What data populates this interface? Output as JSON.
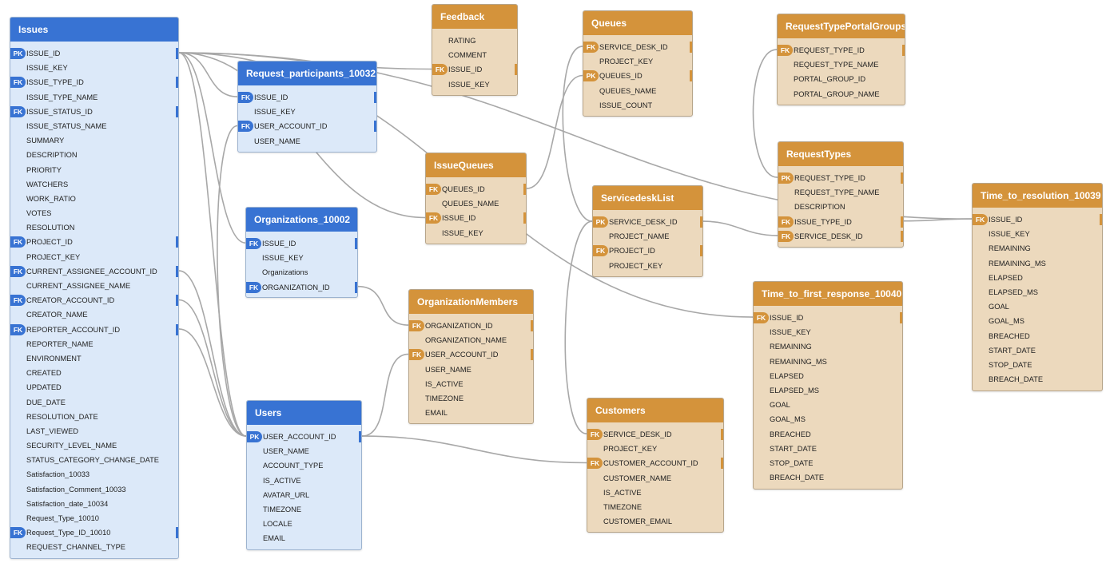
{
  "tables": [
    {
      "id": "Issues",
      "title": "Issues",
      "theme": "blue",
      "rows": [
        {
          "name": "ISSUE_ID",
          "key": "PK",
          "mark": true
        },
        {
          "name": "ISSUE_KEY"
        },
        {
          "name": "ISSUE_TYPE_ID",
          "key": "FK",
          "mark": true
        },
        {
          "name": "ISSUE_TYPE_NAME"
        },
        {
          "name": "ISSUE_STATUS_ID",
          "key": "FK",
          "mark": true
        },
        {
          "name": "ISSUE_STATUS_NAME"
        },
        {
          "name": "SUMMARY"
        },
        {
          "name": "DESCRIPTION"
        },
        {
          "name": "PRIORITY"
        },
        {
          "name": "WATCHERS"
        },
        {
          "name": "WORK_RATIO"
        },
        {
          "name": "VOTES"
        },
        {
          "name": "RESOLUTION"
        },
        {
          "name": "PROJECT_ID",
          "key": "FK",
          "mark": true
        },
        {
          "name": "PROJECT_KEY"
        },
        {
          "name": "CURRENT_ASSIGNEE_ACCOUNT_ID",
          "key": "FK",
          "mark": true
        },
        {
          "name": "CURRENT_ASSIGNEE_NAME"
        },
        {
          "name": "CREATOR_ACCOUNT_ID",
          "key": "FK",
          "mark": true
        },
        {
          "name": "CREATOR_NAME"
        },
        {
          "name": "REPORTER_ACCOUNT_ID",
          "key": "FK",
          "mark": true
        },
        {
          "name": "REPORTER_NAME"
        },
        {
          "name": "ENVIRONMENT"
        },
        {
          "name": "CREATED"
        },
        {
          "name": "UPDATED"
        },
        {
          "name": "DUE_DATE"
        },
        {
          "name": "RESOLUTION_DATE"
        },
        {
          "name": "LAST_VIEWED"
        },
        {
          "name": "SECURITY_LEVEL_NAME"
        },
        {
          "name": "STATUS_CATEGORY_CHANGE_DATE"
        },
        {
          "name": "Satisfaction_10033"
        },
        {
          "name": "Satisfaction_Comment_10033"
        },
        {
          "name": "Satisfaction_date_10034"
        },
        {
          "name": "Request_Type_10010"
        },
        {
          "name": "Request_Type_ID_10010",
          "key": "FK",
          "mark": true
        },
        {
          "name": "REQUEST_CHANNEL_TYPE"
        }
      ]
    },
    {
      "id": "Request_participants_10032",
      "title": "Request_participants_10032",
      "theme": "blue",
      "rows": [
        {
          "name": "ISSUE_ID",
          "key": "FK",
          "mark": true
        },
        {
          "name": "ISSUE_KEY"
        },
        {
          "name": "USER_ACCOUNT_ID",
          "key": "FK",
          "mark": true
        },
        {
          "name": "USER_NAME"
        }
      ]
    },
    {
      "id": "Organizations_10002",
      "title": "Organizations_10002",
      "theme": "blue",
      "rows": [
        {
          "name": "ISSUE_ID",
          "key": "FK",
          "mark": true
        },
        {
          "name": "ISSUE_KEY"
        },
        {
          "name": "Organizations"
        },
        {
          "name": "ORGANIZATION_ID",
          "key": "FK",
          "mark": true
        }
      ]
    },
    {
      "id": "Users",
      "title": "Users",
      "theme": "blue",
      "rows": [
        {
          "name": "USER_ACCOUNT_ID",
          "key": "PK",
          "mark": true
        },
        {
          "name": "USER_NAME"
        },
        {
          "name": "ACCOUNT_TYPE"
        },
        {
          "name": "IS_ACTIVE"
        },
        {
          "name": "AVATAR_URL"
        },
        {
          "name": "TIMEZONE"
        },
        {
          "name": "LOCALE"
        },
        {
          "name": "EMAIL"
        }
      ]
    },
    {
      "id": "Feedback",
      "title": "Feedback",
      "theme": "orange",
      "rows": [
        {
          "name": "RATING"
        },
        {
          "name": "COMMENT"
        },
        {
          "name": "ISSUE_ID",
          "key": "FK",
          "mark": true
        },
        {
          "name": "ISSUE_KEY"
        }
      ]
    },
    {
      "id": "IssueQueues",
      "title": "IssueQueues",
      "theme": "orange",
      "rows": [
        {
          "name": "QUEUES_ID",
          "key": "FK",
          "mark": true
        },
        {
          "name": "QUEUES_NAME"
        },
        {
          "name": "ISSUE_ID",
          "key": "FK",
          "mark": true
        },
        {
          "name": "ISSUE_KEY"
        }
      ]
    },
    {
      "id": "OrganizationMembers",
      "title": "OrganizationMembers",
      "theme": "orange",
      "rows": [
        {
          "name": "ORGANIZATION_ID",
          "key": "FK",
          "mark": true
        },
        {
          "name": "ORGANIZATION_NAME"
        },
        {
          "name": "USER_ACCOUNT_ID",
          "key": "FK",
          "mark": true
        },
        {
          "name": "USER_NAME"
        },
        {
          "name": "IS_ACTIVE"
        },
        {
          "name": "TIMEZONE"
        },
        {
          "name": "EMAIL"
        }
      ]
    },
    {
      "id": "Queues",
      "title": "Queues",
      "theme": "orange",
      "rows": [
        {
          "name": "SERVICE_DESK_ID",
          "key": "FK",
          "mark": true
        },
        {
          "name": "PROJECT_KEY"
        },
        {
          "name": "QUEUES_ID",
          "key": "PK",
          "mark": true
        },
        {
          "name": "QUEUES_NAME"
        },
        {
          "name": "ISSUE_COUNT"
        }
      ]
    },
    {
      "id": "ServicedeskList",
      "title": "ServicedeskList",
      "theme": "orange",
      "rows": [
        {
          "name": "SERVICE_DESK_ID",
          "key": "PK",
          "mark": true
        },
        {
          "name": "PROJECT_NAME"
        },
        {
          "name": "PROJECT_ID",
          "key": "FK",
          "mark": true
        },
        {
          "name": "PROJECT_KEY"
        }
      ]
    },
    {
      "id": "Customers",
      "title": "Customers",
      "theme": "orange",
      "rows": [
        {
          "name": "SERVICE_DESK_ID",
          "key": "FK",
          "mark": true
        },
        {
          "name": "PROJECT_KEY"
        },
        {
          "name": "CUSTOMER_ACCOUNT_ID",
          "key": "FK",
          "mark": true
        },
        {
          "name": "CUSTOMER_NAME"
        },
        {
          "name": "IS_ACTIVE"
        },
        {
          "name": "TIMEZONE"
        },
        {
          "name": "CUSTOMER_EMAIL"
        }
      ]
    },
    {
      "id": "RequestTypePortalGroups",
      "title": "RequestTypePortalGroups",
      "theme": "orange",
      "rows": [
        {
          "name": "REQUEST_TYPE_ID",
          "key": "FK",
          "mark": true
        },
        {
          "name": "REQUEST_TYPE_NAME"
        },
        {
          "name": "PORTAL_GROUP_ID"
        },
        {
          "name": "PORTAL_GROUP_NAME"
        }
      ]
    },
    {
      "id": "RequestTypes",
      "title": "RequestTypes",
      "theme": "orange",
      "rows": [
        {
          "name": "REQUEST_TYPE_ID",
          "key": "PK",
          "mark": true
        },
        {
          "name": "REQUEST_TYPE_NAME"
        },
        {
          "name": "DESCRIPTION"
        },
        {
          "name": "ISSUE_TYPE_ID",
          "key": "FK",
          "mark": true
        },
        {
          "name": "SERVICE_DESK_ID",
          "key": "FK",
          "mark": true
        }
      ]
    },
    {
      "id": "Time_to_first_response_10040",
      "title": "Time_to_first_response_10040",
      "theme": "orange",
      "rows": [
        {
          "name": "ISSUE_ID",
          "key": "FK",
          "mark": true
        },
        {
          "name": "ISSUE_KEY"
        },
        {
          "name": "REMAINING"
        },
        {
          "name": "REMAINING_MS"
        },
        {
          "name": "ELAPSED"
        },
        {
          "name": "ELAPSED_MS"
        },
        {
          "name": "GOAL"
        },
        {
          "name": "GOAL_MS"
        },
        {
          "name": "BREACHED"
        },
        {
          "name": "START_DATE"
        },
        {
          "name": "STOP_DATE"
        },
        {
          "name": "BREACH_DATE"
        }
      ]
    },
    {
      "id": "Time_to_resolution_10039",
      "title": "Time_to_resolution_10039",
      "theme": "orange",
      "rows": [
        {
          "name": "ISSUE_ID",
          "key": "FK",
          "mark": true
        },
        {
          "name": "ISSUE_KEY"
        },
        {
          "name": "REMAINING"
        },
        {
          "name": "REMAINING_MS"
        },
        {
          "name": "ELAPSED"
        },
        {
          "name": "ELAPSED_MS"
        },
        {
          "name": "GOAL"
        },
        {
          "name": "GOAL_MS"
        },
        {
          "name": "BREACHED"
        },
        {
          "name": "START_DATE"
        },
        {
          "name": "STOP_DATE"
        },
        {
          "name": "BREACH_DATE"
        }
      ]
    }
  ],
  "colors": {
    "blue_header": "#3873d3",
    "blue_body": "#dce9f9",
    "orange_header": "#d4933b",
    "orange_body": "#ecd9bd",
    "connector": "#a8a8a8"
  }
}
